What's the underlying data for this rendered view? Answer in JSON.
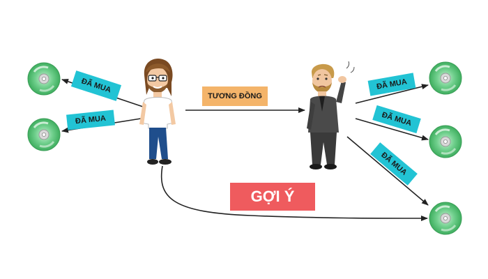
{
  "labels": {
    "bought_1": "ĐÃ MUA",
    "bought_2": "ĐÃ MUA",
    "bought_3": "ĐÃ MUA",
    "bought_4": "ĐÃ MUA",
    "bought_5": "ĐÃ MUA",
    "similarity": "TƯƠNG ĐỒNG",
    "recommend": "GỢI Ý"
  },
  "colors": {
    "bought_tag": "#22c3d4",
    "similarity_tag": "#f4b46a",
    "recommend_tag": "#ef5b5e",
    "disc": "#5ec47b",
    "arrow": "#222222"
  },
  "icons": {
    "disc": "cd-disc-icon",
    "user_a": "user-a-avatar",
    "user_b": "user-b-avatar"
  }
}
